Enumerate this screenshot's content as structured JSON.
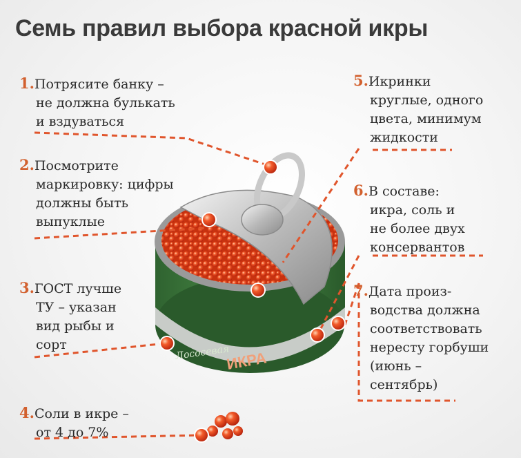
{
  "title": "Семь правил выбора красной икры",
  "rules": [
    {
      "num": "1.",
      "lines": [
        "Потрясите банку –",
        "не должна булькать",
        "и вздуваться"
      ]
    },
    {
      "num": "2.",
      "lines": [
        "Посмотрите",
        "маркировку: цифры",
        "должны быть",
        "выпуклые"
      ]
    },
    {
      "num": "3.",
      "lines": [
        "ГОСТ лучше",
        "ТУ – указан",
        "вид рыбы и",
        "сорт"
      ]
    },
    {
      "num": "4.",
      "lines": [
        "Соли в икре –",
        "от 4 до 7%"
      ]
    },
    {
      "num": "5.",
      "lines": [
        "Икринки",
        "круглые, одного",
        "цвета, минимум",
        "жидкости"
      ]
    },
    {
      "num": "6.",
      "lines": [
        "В составе:",
        "икра, соль и",
        "не более двух",
        "консервантов"
      ]
    },
    {
      "num": "7.",
      "lines": [
        "Дата произ-",
        "водства должна",
        "соответствовать",
        "нересту горбуши",
        "(июнь –",
        "сентябрь)"
      ]
    }
  ],
  "can": {
    "label_main": "ИКРА",
    "label_script": "Лососевая"
  },
  "colors": {
    "accent": "#d2602e",
    "dash": "#e0552c",
    "caviar": "#e0401c",
    "can_green": "#3c7a3a"
  }
}
